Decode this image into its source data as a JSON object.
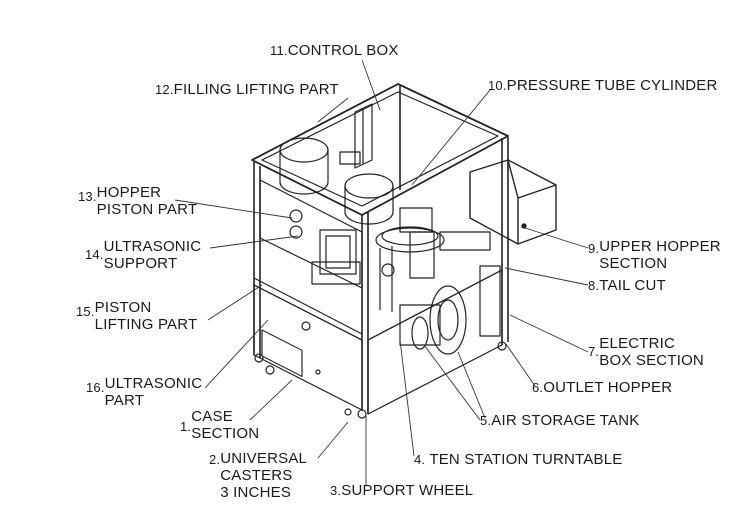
{
  "labels": {
    "l1": {
      "num": "1.",
      "lines": [
        "CASE",
        "SECTION"
      ]
    },
    "l2": {
      "num": "2.",
      "lines": [
        "UNIVERSAL",
        "CASTERS",
        "3 INCHES"
      ]
    },
    "l3": {
      "num": "3.",
      "lines": [
        "SUPPORT WHEEL"
      ]
    },
    "l4": {
      "num": "4.",
      "lines": [
        "TEN STATION TURNTABLE"
      ]
    },
    "l5": {
      "num": "5.",
      "lines": [
        "AIR STORAGE TANK"
      ]
    },
    "l6": {
      "num": "6.",
      "lines": [
        "OUTLET HOPPER"
      ]
    },
    "l7": {
      "num": "7.",
      "lines": [
        "ELECTRIC",
        "BOX SECTION"
      ]
    },
    "l8": {
      "num": "8.",
      "lines": [
        "TAIL CUT"
      ]
    },
    "l9": {
      "num": "9.",
      "lines": [
        "UPPER HOPPER",
        "SECTION"
      ]
    },
    "l10": {
      "num": "10.",
      "lines": [
        "PRESSURE TUBE CYLINDER"
      ]
    },
    "l11": {
      "num": "11.",
      "lines": [
        "CONTROL BOX"
      ]
    },
    "l12": {
      "num": "12.",
      "lines": [
        "FILLING LIFTING PART"
      ]
    },
    "l13": {
      "num": "13.",
      "lines": [
        "HOPPER",
        "PISTON PART"
      ]
    },
    "l14": {
      "num": "14.",
      "lines": [
        "ULTRASONIC",
        "SUPPORT"
      ]
    },
    "l15": {
      "num": "15.",
      "lines": [
        "PISTON",
        "LIFTING PART"
      ]
    },
    "l16": {
      "num": "16.",
      "lines": [
        "ULTRASONIC",
        "PART"
      ]
    }
  }
}
